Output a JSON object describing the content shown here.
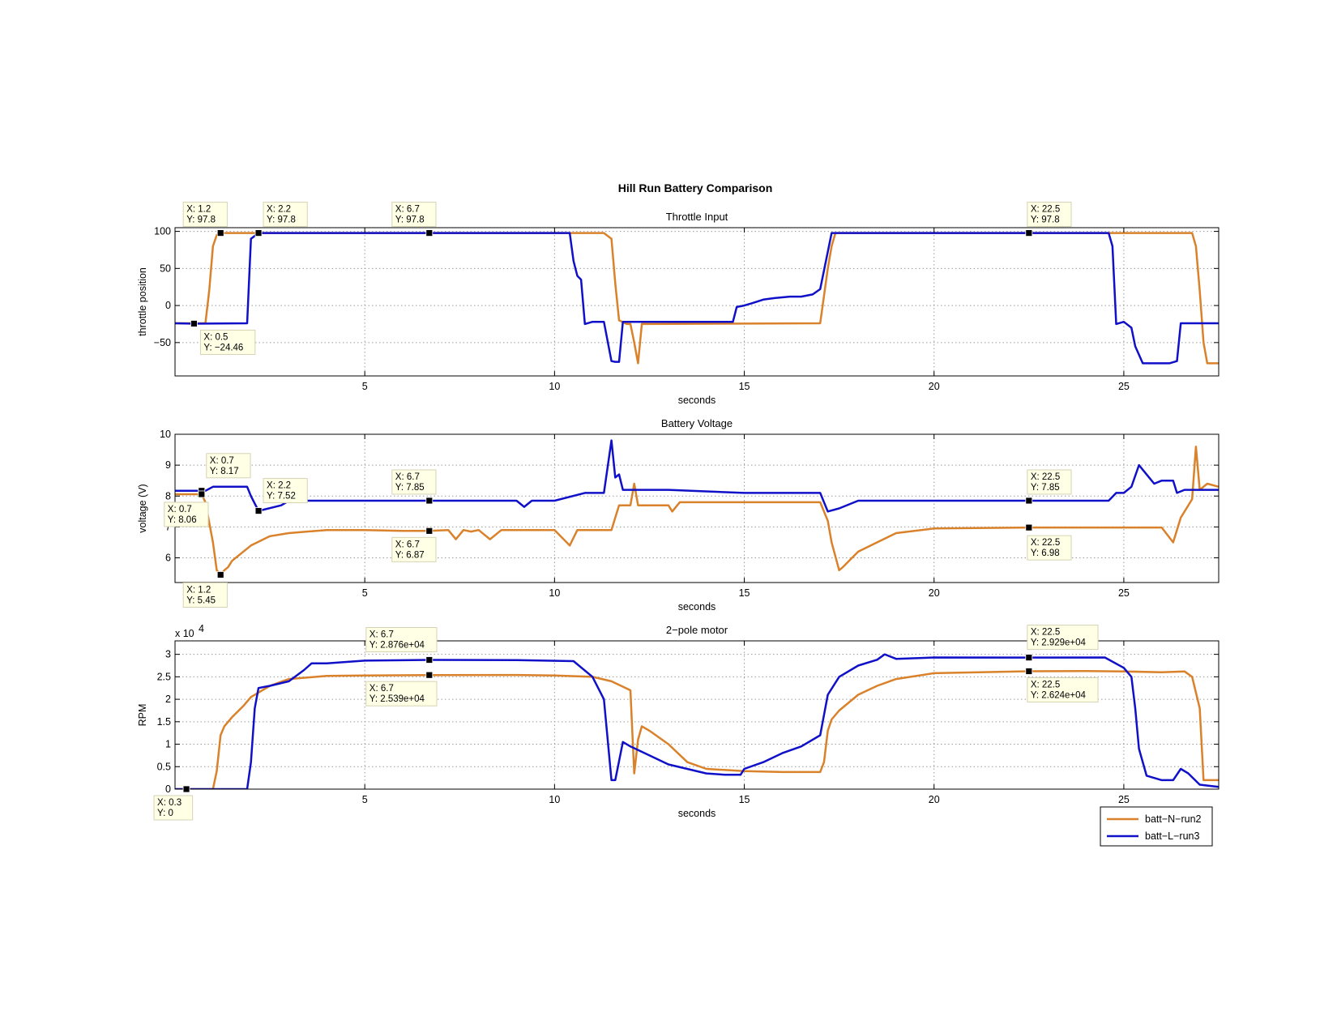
{
  "figure_title": "Hill Run Battery Comparison",
  "colors": {
    "batt_N": "#d9822b",
    "batt_L": "#1010c8",
    "grid": "#9a9a9a",
    "datatip_bg": "#ffffe6"
  },
  "legend": [
    "batt−N−run2",
    "batt−L−run3"
  ],
  "chart_data": [
    {
      "type": "line",
      "title": "Throttle Input",
      "xlabel": "seconds",
      "ylabel": "throttle position",
      "xlim": [
        0,
        27.5
      ],
      "ylim": [
        -95,
        105
      ],
      "xticks": [
        5,
        10,
        15,
        20,
        25
      ],
      "xtick_labels": [
        "5",
        "10",
        "15",
        "20",
        "25"
      ],
      "yticks": [
        100,
        50,
        0,
        -50
      ],
      "ytick_labels": [
        "100",
        "50",
        "0",
        "−50"
      ],
      "grid": true,
      "series": [
        {
          "name": "batt−N−run2",
          "x": [
            0,
            0.8,
            0.9,
            1.0,
            1.1,
            1.2,
            11.3,
            11.5,
            11.6,
            11.7,
            11.9,
            12.0,
            12.1,
            12.2,
            12.3,
            12.5,
            17.0,
            17.2,
            17.3,
            17.4,
            22.5,
            26.8,
            26.9,
            27.0,
            27.1,
            27.2,
            27.5
          ],
          "y": [
            -24,
            -24,
            20,
            80,
            95,
            97.8,
            97.8,
            90,
            30,
            -20,
            -25,
            -25,
            -50,
            -78,
            -25,
            -25,
            -24,
            50,
            80,
            97.8,
            97.8,
            97.8,
            80,
            20,
            -50,
            -78,
            -78
          ]
        },
        {
          "name": "batt−L−run3",
          "x": [
            0,
            0.5,
            1.9,
            2.0,
            2.2,
            10.4,
            10.5,
            10.6,
            10.7,
            10.8,
            11.0,
            11.3,
            11.5,
            11.6,
            11.7,
            11.8,
            12.5,
            14.7,
            14.8,
            15.0,
            15.2,
            15.5,
            15.8,
            16.2,
            16.5,
            16.8,
            17.0,
            17.3,
            22.5,
            24.6,
            24.7,
            24.8,
            25.0,
            25.2,
            25.3,
            25.5,
            25.6,
            26.2,
            26.4,
            26.5,
            27.5
          ],
          "y": [
            -24,
            -24.46,
            -24,
            90,
            97.8,
            97.8,
            60,
            40,
            35,
            -25,
            -22,
            -22,
            -75,
            -76,
            -76,
            -22,
            -22,
            -22,
            -2,
            0,
            3,
            8,
            10,
            12,
            12,
            15,
            22,
            97.8,
            97.8,
            97.8,
            80,
            -25,
            -22,
            -30,
            -55,
            -78,
            -78,
            -78,
            -75,
            -24,
            -24
          ]
        }
      ],
      "datatips": [
        {
          "x": 1.2,
          "y": 97.8,
          "label_x": "X: 1.2",
          "label_y": "Y: 97.8"
        },
        {
          "x": 2.2,
          "y": 97.8,
          "label_x": "X: 2.2",
          "label_y": "Y: 97.8"
        },
        {
          "x": 6.7,
          "y": 97.8,
          "label_x": "X: 6.7",
          "label_y": "Y: 97.8"
        },
        {
          "x": 22.5,
          "y": 97.8,
          "label_x": "X: 22.5",
          "label_y": "Y: 97.8"
        },
        {
          "x": 0.5,
          "y": -24.46,
          "label_x": "X: 0.5",
          "label_y": "Y: −24.46"
        }
      ]
    },
    {
      "type": "line",
      "title": "Battery Voltage",
      "xlabel": "seconds",
      "ylabel": "voltage (V)",
      "xlim": [
        0,
        27.5
      ],
      "ylim": [
        5.2,
        10
      ],
      "xticks": [
        5,
        10,
        15,
        20,
        25
      ],
      "xtick_labels": [
        "5",
        "10",
        "15",
        "20",
        "25"
      ],
      "yticks": [
        10,
        9,
        8,
        7,
        6
      ],
      "ytick_labels": [
        "10",
        "9",
        "8",
        "7",
        "6"
      ],
      "grid": true,
      "series": [
        {
          "name": "batt−N−run2",
          "x": [
            0,
            0.7,
            0.8,
            1.0,
            1.1,
            1.2,
            1.3,
            1.4,
            1.5,
            1.7,
            2.0,
            2.5,
            3.0,
            4.0,
            5.0,
            6.0,
            6.7,
            7.2,
            7.4,
            7.6,
            7.8,
            8.0,
            8.3,
            8.6,
            9.0,
            10.0,
            10.4,
            10.6,
            10.8,
            11.5,
            11.6,
            11.7,
            12.0,
            12.1,
            12.2,
            12.5,
            13.0,
            13.1,
            13.3,
            14.0,
            17.0,
            17.2,
            17.3,
            17.5,
            17.6,
            18.0,
            18.5,
            19.0,
            20.0,
            22.5,
            24.0,
            26.0,
            26.3,
            26.5,
            26.8,
            26.9,
            27.0,
            27.2,
            27.5
          ],
          "y": [
            8.06,
            8.06,
            7.8,
            6.5,
            5.6,
            5.45,
            5.6,
            5.7,
            5.9,
            6.1,
            6.4,
            6.7,
            6.8,
            6.9,
            6.9,
            6.87,
            6.87,
            6.9,
            6.6,
            6.9,
            6.85,
            6.9,
            6.6,
            6.9,
            6.9,
            6.9,
            6.4,
            6.9,
            6.9,
            6.9,
            7.3,
            7.7,
            7.7,
            8.4,
            7.7,
            7.7,
            7.7,
            7.5,
            7.8,
            7.8,
            7.8,
            7.2,
            6.5,
            5.6,
            5.7,
            6.2,
            6.5,
            6.8,
            6.95,
            6.98,
            6.98,
            6.98,
            6.5,
            7.3,
            7.9,
            9.6,
            8.2,
            8.4,
            8.3
          ]
        },
        {
          "name": "batt−L−run3",
          "x": [
            0,
            0.7,
            0.8,
            1.0,
            1.5,
            1.9,
            2.0,
            2.2,
            2.8,
            3.0,
            4.0,
            5.0,
            6.7,
            8.0,
            9.0,
            9.2,
            9.4,
            10.0,
            10.8,
            11.3,
            11.5,
            11.6,
            11.7,
            11.8,
            12.5,
            13.0,
            15.0,
            17.0,
            17.2,
            17.5,
            18.0,
            22.5,
            24.6,
            24.8,
            25.0,
            25.2,
            25.4,
            25.6,
            25.8,
            26.0,
            26.3,
            26.4,
            26.6,
            27.5
          ],
          "y": [
            8.17,
            8.17,
            8.17,
            8.3,
            8.3,
            8.3,
            8.0,
            7.52,
            7.7,
            7.85,
            7.85,
            7.85,
            7.85,
            7.85,
            7.85,
            7.65,
            7.85,
            7.85,
            8.1,
            8.1,
            9.8,
            8.6,
            8.7,
            8.2,
            8.2,
            8.2,
            8.1,
            8.1,
            7.5,
            7.6,
            7.85,
            7.85,
            7.85,
            8.1,
            8.1,
            8.3,
            9.0,
            8.7,
            8.4,
            8.5,
            8.5,
            8.1,
            8.2,
            8.2
          ]
        }
      ],
      "datatips": [
        {
          "x": 0.7,
          "y": 8.17,
          "label_x": "X: 0.7",
          "label_y": "Y: 8.17"
        },
        {
          "x": 2.2,
          "y": 7.52,
          "label_x": "X: 2.2",
          "label_y": "Y: 7.52"
        },
        {
          "x": 6.7,
          "y": 7.85,
          "label_x": "X: 6.7",
          "label_y": "Y: 7.85"
        },
        {
          "x": 22.5,
          "y": 7.85,
          "label_x": "X: 22.5",
          "label_y": "Y: 7.85"
        },
        {
          "x": 0.7,
          "y": 8.06,
          "label_x": "X: 0.7",
          "label_y": "Y: 8.06"
        },
        {
          "x": 1.2,
          "y": 5.45,
          "label_x": "X: 1.2",
          "label_y": "Y: 5.45"
        },
        {
          "x": 6.7,
          "y": 6.87,
          "label_x": "X: 6.7",
          "label_y": "Y: 6.87"
        },
        {
          "x": 22.5,
          "y": 6.98,
          "label_x": "X: 22.5",
          "label_y": "Y: 6.98"
        }
      ]
    },
    {
      "type": "line",
      "title": "2−pole motor",
      "xlabel": "seconds",
      "ylabel": "RPM",
      "y_multiplier": "x 10",
      "y_multiplier_exp": "4",
      "xlim": [
        0,
        27.5
      ],
      "ylim": [
        0,
        3.3
      ],
      "xticks": [
        5,
        10,
        15,
        20,
        25
      ],
      "xtick_labels": [
        "5",
        "10",
        "15",
        "20",
        "25"
      ],
      "yticks": [
        3,
        2.5,
        2,
        1.5,
        1,
        0.5,
        0
      ],
      "ytick_labels": [
        "3",
        "2.5",
        "2",
        "1.5",
        "1",
        "0.5",
        "0"
      ],
      "grid": true,
      "series": [
        {
          "name": "batt−N−run2",
          "x": [
            0,
            1.0,
            1.1,
            1.2,
            1.3,
            1.5,
            1.8,
            2.0,
            2.5,
            3.0,
            4.0,
            5.0,
            6.7,
            9.0,
            10.0,
            11.0,
            11.5,
            12.0,
            12.1,
            12.2,
            12.3,
            12.5,
            13.0,
            13.5,
            14.0,
            15.0,
            16.0,
            17.0,
            17.1,
            17.2,
            17.3,
            17.5,
            18.0,
            18.5,
            19.0,
            20.0,
            22.5,
            24.0,
            25.0,
            26.0,
            26.6,
            26.8,
            27.0,
            27.1,
            27.5
          ],
          "y": [
            0,
            0,
            0.4,
            1.2,
            1.4,
            1.6,
            1.85,
            2.05,
            2.3,
            2.45,
            2.52,
            2.53,
            2.539,
            2.54,
            2.53,
            2.5,
            2.4,
            2.2,
            0.35,
            1.1,
            1.4,
            1.3,
            1.0,
            0.6,
            0.45,
            0.4,
            0.38,
            0.38,
            0.6,
            1.3,
            1.55,
            1.75,
            2.1,
            2.3,
            2.45,
            2.58,
            2.624,
            2.63,
            2.62,
            2.6,
            2.62,
            2.5,
            1.8,
            0.2,
            0.2
          ]
        },
        {
          "name": "batt−L−run3",
          "x": [
            0,
            1.9,
            2.0,
            2.1,
            2.2,
            2.5,
            3.0,
            3.4,
            3.6,
            4.0,
            5.0,
            6.7,
            9.0,
            10.5,
            11.0,
            11.3,
            11.5,
            11.6,
            11.8,
            12.0,
            12.5,
            13.0,
            14.0,
            14.5,
            14.9,
            15.0,
            15.5,
            16.0,
            16.5,
            17.0,
            17.2,
            17.5,
            18.0,
            18.5,
            18.7,
            19.0,
            20.0,
            22.5,
            24.5,
            25.0,
            25.2,
            25.3,
            25.4,
            25.6,
            26.0,
            26.3,
            26.5,
            26.7,
            27.0,
            27.5
          ],
          "y": [
            0,
            0,
            0.6,
            1.8,
            2.25,
            2.3,
            2.4,
            2.65,
            2.8,
            2.8,
            2.86,
            2.876,
            2.87,
            2.85,
            2.5,
            2.0,
            0.2,
            0.2,
            1.05,
            0.95,
            0.75,
            0.55,
            0.35,
            0.32,
            0.32,
            0.45,
            0.6,
            0.8,
            0.95,
            1.2,
            2.1,
            2.5,
            2.75,
            2.88,
            3.0,
            2.9,
            2.93,
            2.929,
            2.93,
            2.7,
            2.5,
            1.8,
            0.9,
            0.3,
            0.2,
            0.2,
            0.45,
            0.35,
            0.1,
            0.05
          ]
        }
      ],
      "datatips": [
        {
          "x": 6.7,
          "y": 2.876,
          "label_x": "X: 6.7",
          "label_y": "Y: 2.876e+04"
        },
        {
          "x": 22.5,
          "y": 2.929,
          "label_x": "X: 22.5",
          "label_y": "Y: 2.929e+04"
        },
        {
          "x": 6.7,
          "y": 2.539,
          "label_x": "X: 6.7",
          "label_y": "Y: 2.539e+04"
        },
        {
          "x": 22.5,
          "y": 2.624,
          "label_x": "X: 22.5",
          "label_y": "Y: 2.624e+04"
        },
        {
          "x": 0.3,
          "y": 0,
          "label_x": "X: 0.3",
          "label_y": "Y: 0"
        }
      ]
    }
  ]
}
